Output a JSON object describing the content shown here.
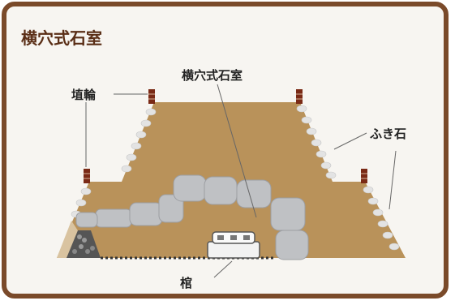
{
  "title": "横穴式石室",
  "labels": {
    "haniwa": "埴輪",
    "chamber": "横穴式石室",
    "fukiishi": "ふき石",
    "coffin": "棺"
  },
  "colors": {
    "frame": "#7a4a2a",
    "mound": "#b9925a",
    "stone": "#bfc1c4",
    "haniwa": "#7a2a16"
  }
}
